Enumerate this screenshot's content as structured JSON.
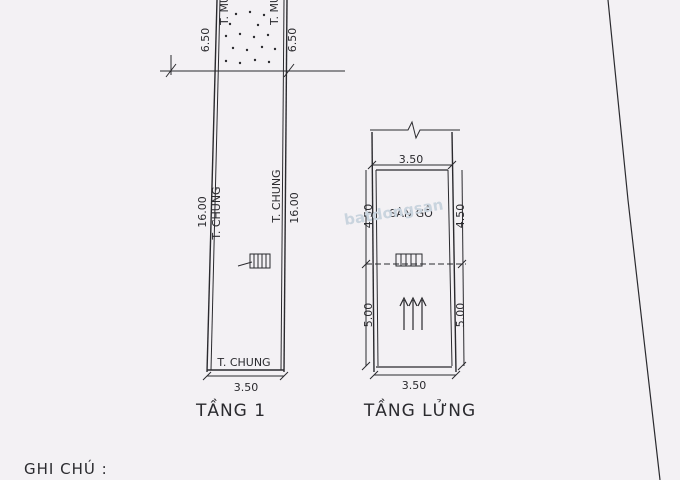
{
  "floor1": {
    "title": "TẦNG 1",
    "top_dim": "6.50",
    "top_wall_left": "T. MỤ",
    "top_wall_right": "T. MỤ",
    "left_dim": "16.00",
    "right_dim": "16.00",
    "left_wall": "T. CHUNG",
    "right_wall": "T. CHUNG",
    "bottom_wall": "T. CHUNG",
    "width_dim": "3.50"
  },
  "mezzanine": {
    "title": "TẦNG LỬNG",
    "top_width_dim": "3.50",
    "bottom_width_dim": "3.50",
    "room_label": "SÀN GỖ",
    "upper_left_dim": "4.50",
    "upper_right_dim": "4.50",
    "lower_left_dim": "5.00",
    "lower_right_dim": "5.00"
  },
  "note_label": "GHI CHÚ :",
  "watermark": "batdongsan"
}
